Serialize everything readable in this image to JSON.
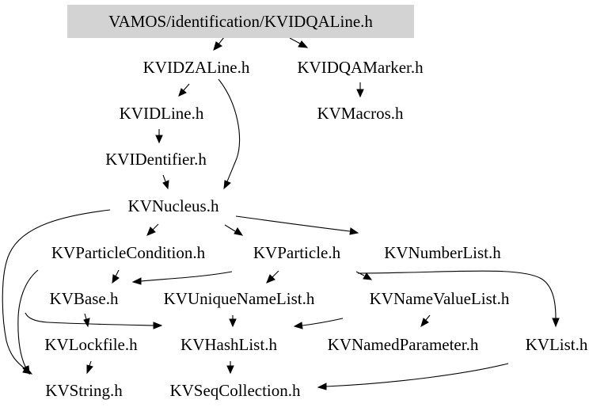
{
  "root_box_color": "#d3d3d3",
  "nodes": {
    "n0": "VAMOS/identification/KVIDQALine.h",
    "n1": "KVIDZALine.h",
    "n2": "KVIDQAMarker.h",
    "n3": "KVIDLine.h",
    "n4": "KVMacros.h",
    "n5": "KVIDentifier.h",
    "n6": "KVNucleus.h",
    "n7": "KVParticleCondition.h",
    "n8": "KVParticle.h",
    "n9": "KVNumberList.h",
    "n10": "KVBase.h",
    "n11": "KVUniqueNameList.h",
    "n12": "KVNameValueList.h",
    "n13": "KVLockfile.h",
    "n14": "KVHashList.h",
    "n15": "KVNamedParameter.h",
    "n16": "KVList.h",
    "n17": "KVString.h",
    "n18": "KVSeqCollection.h"
  },
  "edges": [
    {
      "from": "n0",
      "to": "n1"
    },
    {
      "from": "n0",
      "to": "n2"
    },
    {
      "from": "n1",
      "to": "n3"
    },
    {
      "from": "n1",
      "to": "n6"
    },
    {
      "from": "n2",
      "to": "n4"
    },
    {
      "from": "n3",
      "to": "n5"
    },
    {
      "from": "n5",
      "to": "n6"
    },
    {
      "from": "n6",
      "to": "n7"
    },
    {
      "from": "n6",
      "to": "n8"
    },
    {
      "from": "n6",
      "to": "n9"
    },
    {
      "from": "n6",
      "to": "n17"
    },
    {
      "from": "n7",
      "to": "n10"
    },
    {
      "from": "n7",
      "to": "n17"
    },
    {
      "from": "n8",
      "to": "n10"
    },
    {
      "from": "n8",
      "to": "n11"
    },
    {
      "from": "n8",
      "to": "n12"
    },
    {
      "from": "n8",
      "to": "n16"
    },
    {
      "from": "n10",
      "to": "n13"
    },
    {
      "from": "n10",
      "to": "n14"
    },
    {
      "from": "n11",
      "to": "n14"
    },
    {
      "from": "n12",
      "to": "n14"
    },
    {
      "from": "n12",
      "to": "n15"
    },
    {
      "from": "n13",
      "to": "n17"
    },
    {
      "from": "n14",
      "to": "n18"
    },
    {
      "from": "n16",
      "to": "n18"
    }
  ]
}
